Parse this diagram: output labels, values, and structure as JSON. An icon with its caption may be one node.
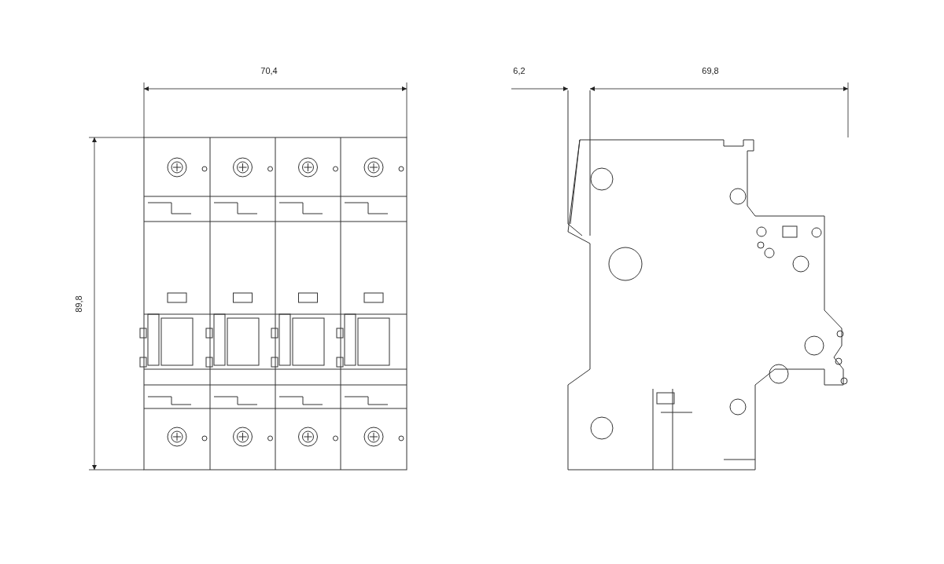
{
  "diagram": {
    "labels": [
      "70,4",
      "6,2",
      "69,8",
      "89,8"
    ]
  }
}
